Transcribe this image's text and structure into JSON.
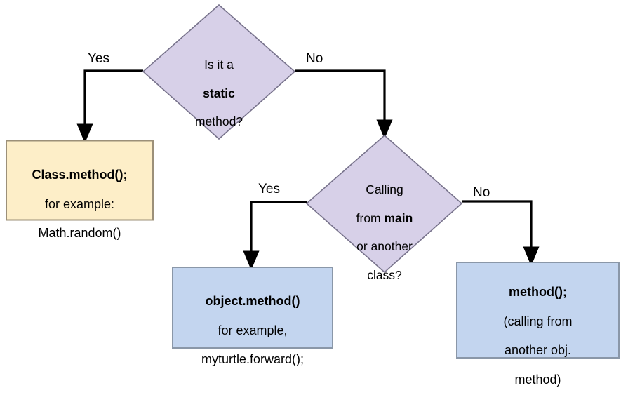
{
  "diagram": {
    "type": "flowchart",
    "title": "Java method call decision flowchart",
    "colors": {
      "decision_fill": "#d7d0e8",
      "decision_stroke": "#7a7490",
      "terminal_yellow_fill": "#fdeec8",
      "terminal_yellow_stroke": "#b3a478",
      "terminal_blue_fill": "#c3d5ef",
      "terminal_blue_stroke": "#8c9bb0",
      "edge_stroke": "#000000",
      "background": "#ffffff"
    },
    "nodes": [
      {
        "id": "decision-static",
        "shape": "diamond",
        "lines": [
          {
            "text": "Is it a",
            "bold": false
          },
          {
            "text": "static",
            "bold": true
          },
          {
            "text": "method?",
            "bold": false
          }
        ]
      },
      {
        "id": "decision-calling-context",
        "shape": "diamond",
        "lines": [
          {
            "text": "Calling",
            "bold": false
          },
          {
            "text": "from main",
            "bold_part": "main"
          },
          {
            "text": "or another",
            "bold": false
          },
          {
            "text": "class?",
            "bold": false
          }
        ]
      },
      {
        "id": "result-class-method",
        "shape": "box",
        "lines": [
          {
            "text": "Class.method();",
            "bold": true
          },
          {
            "text": "for example:",
            "bold": false
          },
          {
            "text": "Math.random()",
            "bold": false
          }
        ]
      },
      {
        "id": "result-object-method",
        "shape": "box",
        "lines": [
          {
            "text": "object.method()",
            "bold": true
          },
          {
            "text": "for example,",
            "bold": false
          },
          {
            "text": "myturtle.forward();",
            "bold": false
          }
        ]
      },
      {
        "id": "result-bare-method",
        "shape": "box",
        "lines": [
          {
            "text": "method();",
            "bold": true
          },
          {
            "text": "(calling from",
            "bold": false
          },
          {
            "text": "another obj.",
            "bold": false
          },
          {
            "text": "method)",
            "bold": false
          }
        ]
      }
    ],
    "edges": [
      {
        "id": "edge-static-yes",
        "label": "Yes",
        "from": "decision-static",
        "to": "result-class-method"
      },
      {
        "id": "edge-static-no",
        "label": "No",
        "from": "decision-static",
        "to": "decision-calling-context"
      },
      {
        "id": "edge-calling-yes",
        "label": "Yes",
        "from": "decision-calling-context",
        "to": "result-object-method"
      },
      {
        "id": "edge-calling-no",
        "label": "No",
        "from": "decision-calling-context",
        "to": "result-bare-method"
      }
    ],
    "labels": {
      "decision1_line1": "Is it a",
      "decision1_line2": "static",
      "decision1_line3": "method?",
      "decision2_line1": "Calling",
      "decision2_line2_pre": "from ",
      "decision2_line2_bold": "main",
      "decision2_line3": "or another",
      "decision2_line4": "class?",
      "yellow_line1": "Class.method();",
      "yellow_line2": "for example:",
      "yellow_line3": "Math.random()",
      "blue1_line1": "object.method()",
      "blue1_line2": "for example,",
      "blue1_line3": "myturtle.forward();",
      "blue2_line1": "method();",
      "blue2_line2": "(calling from",
      "blue2_line3": "another obj.",
      "blue2_line4": "method)",
      "edge_yes_top": "Yes",
      "edge_no_top": "No",
      "edge_yes_bottom": "Yes",
      "edge_no_bottom": "No"
    }
  }
}
